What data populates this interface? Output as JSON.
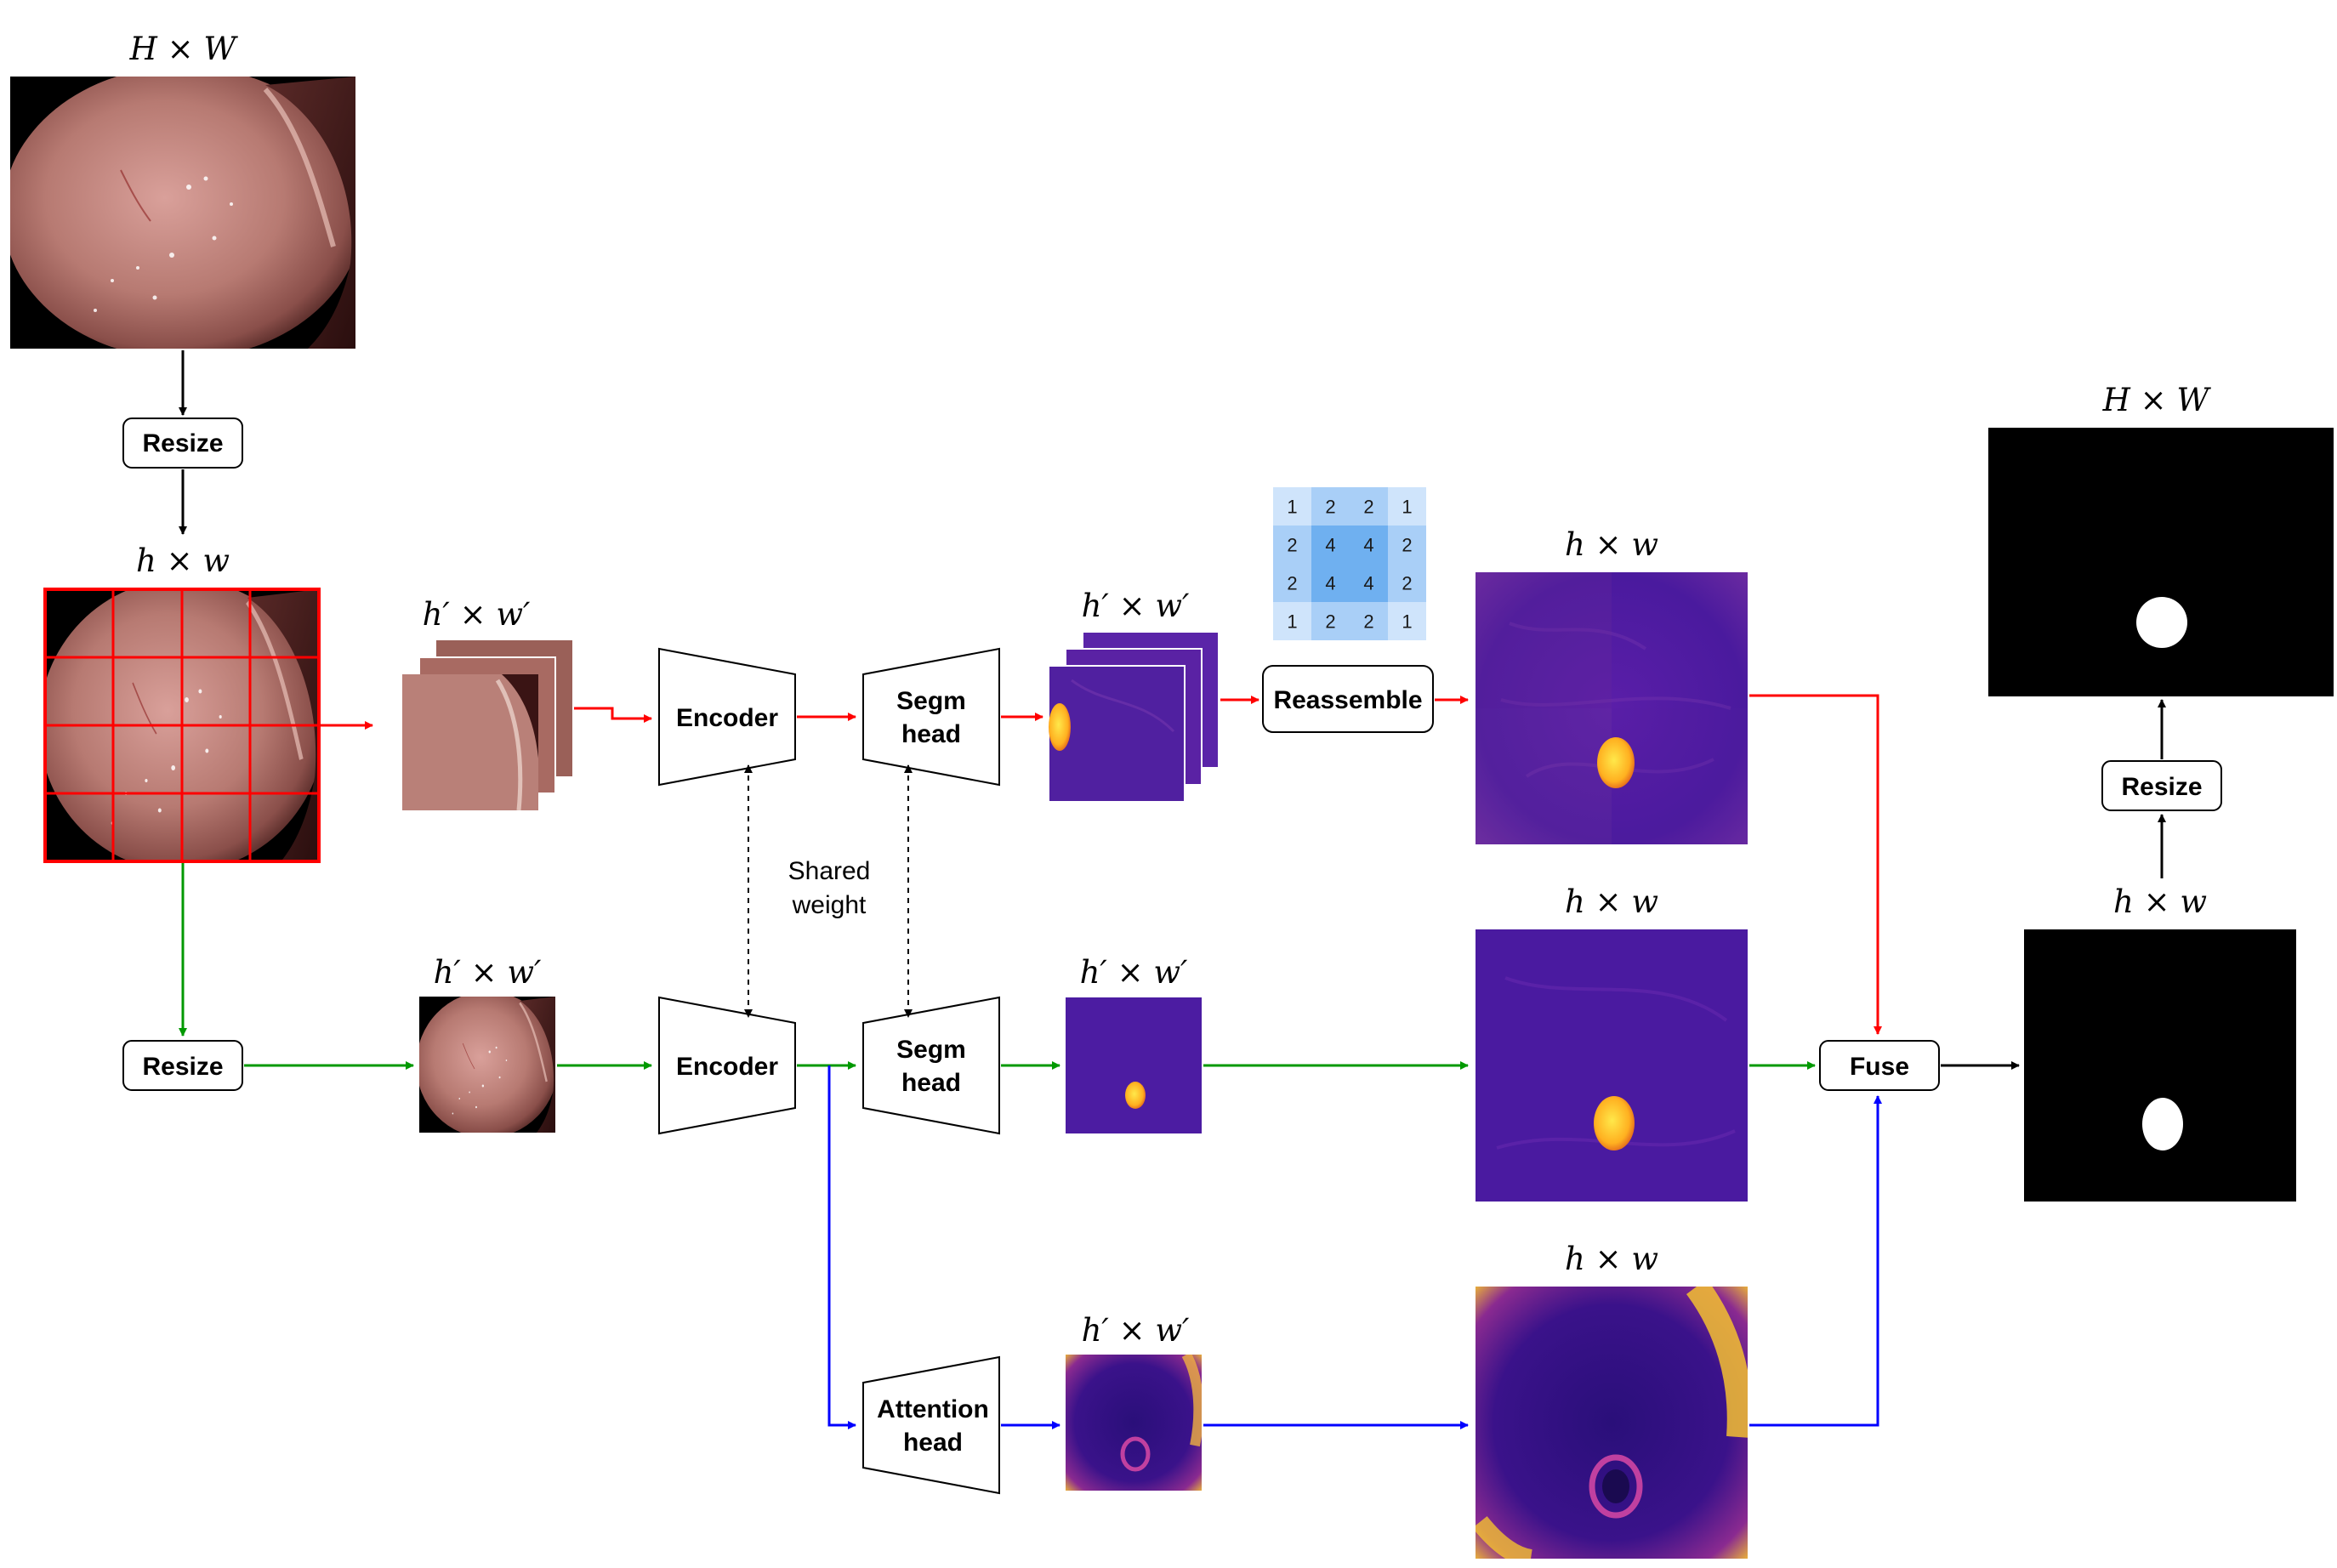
{
  "dims": {
    "original": "H × W",
    "resized": "h × w",
    "patch": "h′ × w′"
  },
  "blocks": {
    "resize": "Resize",
    "encoder": "Encoder",
    "segm_head_line1": "Segm",
    "segm_head_line2": "head",
    "attention_head_line1": "Attention",
    "attention_head_line2": "head",
    "reassemble": "Reassemble",
    "fuse": "Fuse"
  },
  "shared_weight": {
    "line1": "Shared",
    "line2": "weight"
  },
  "weight_grid": [
    [
      "1",
      "2",
      "2",
      "1"
    ],
    [
      "2",
      "4",
      "4",
      "2"
    ],
    [
      "2",
      "4",
      "4",
      "2"
    ],
    [
      "1",
      "2",
      "2",
      "1"
    ]
  ],
  "colors": {
    "patch_branch": "#ff0000",
    "global_branch": "#009900",
    "attention_branch": "#0000ff",
    "output_arrow": "#000000"
  }
}
